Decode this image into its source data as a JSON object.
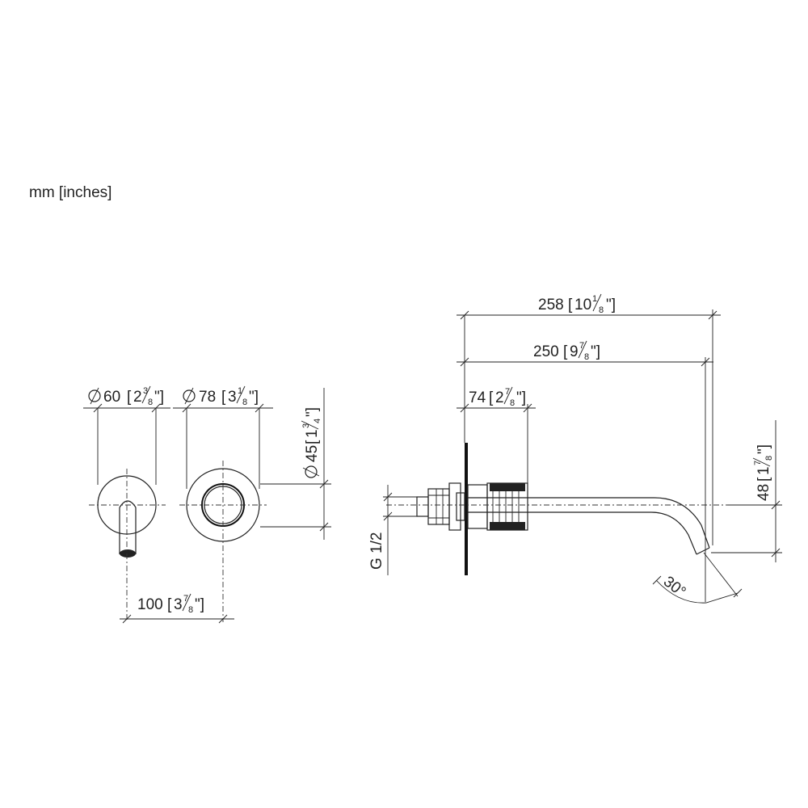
{
  "units_label": "mm [inches]",
  "dimensions": {
    "d60": {
      "symbol": "ϕ",
      "mm": "60",
      "in_whole": "2",
      "in_num": "3",
      "in_den": "8"
    },
    "d78": {
      "symbol": "ϕ",
      "mm": "78",
      "in_whole": "3",
      "in_num": "1",
      "in_den": "8"
    },
    "d45": {
      "symbol": "ϕ",
      "mm": "45",
      "in_whole": "1",
      "in_num": "3",
      "in_den": "4"
    },
    "d100": {
      "mm": "100",
      "in_whole": "3",
      "in_num": "7",
      "in_den": "8"
    },
    "d258": {
      "mm": "258",
      "in_whole": "10",
      "in_num": "1",
      "in_den": "8"
    },
    "d250": {
      "mm": "250",
      "in_whole": "9",
      "in_num": "7",
      "in_den": "8"
    },
    "d74": {
      "mm": "74",
      "in_whole": "2",
      "in_num": "7",
      "in_den": "8"
    },
    "d48": {
      "mm": "48",
      "in_whole": "1",
      "in_num": "7",
      "in_den": "8"
    },
    "thread": "G 1/2",
    "angle": "30°"
  }
}
